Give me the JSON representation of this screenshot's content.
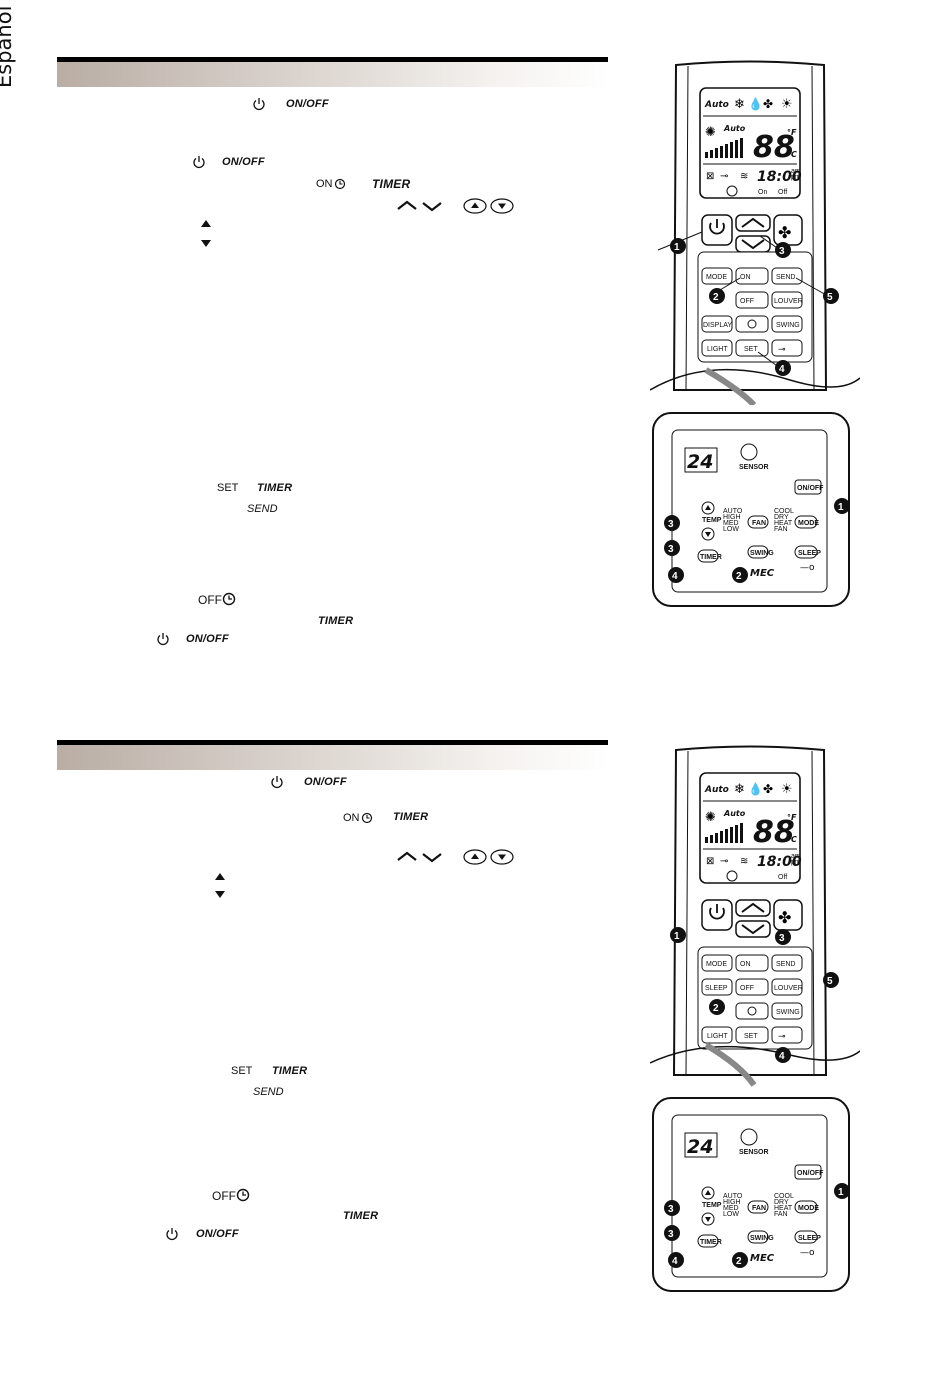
{
  "page": {
    "language_tab": "Español"
  },
  "section1": {
    "line1": {
      "power_icon": "power-icon",
      "label": "ON/OFF"
    },
    "line2": {
      "power_icon": "power-icon",
      "label": "ON/OFF"
    },
    "line3": {
      "on_label": "ON",
      "timer_label": "TIMER"
    },
    "line4": {
      "arrows": "︿ ﹀",
      "circle_arrows": "▲ ▼"
    },
    "line5": {
      "arrow": "▲"
    },
    "line6": {
      "arrow": "▼"
    },
    "line7": {
      "set_label": "SET",
      "timer_label": "TIMER"
    },
    "line8": {
      "send_label": "SEND"
    },
    "line9": {
      "off_label": "OFF"
    },
    "line10": {
      "timer_label": "TIMER"
    },
    "line11": {
      "power_icon": "power-icon",
      "label": "ON/OFF"
    }
  },
  "section2": {
    "line1": {
      "power_icon": "power-icon",
      "label": "ON/OFF"
    },
    "line2": {
      "on_label": "ON",
      "timer_label": "TIMER"
    },
    "line3": {
      "arrows": "︿ ﹀",
      "circle_arrows": "▲ ▼"
    },
    "line4": {
      "arrow": "▲"
    },
    "line5": {
      "arrow": "▼"
    },
    "line6": {
      "set_label": "SET",
      "timer_label": "TIMER"
    },
    "line7": {
      "send_label": "SEND"
    },
    "line8": {
      "off_label": "OFF"
    },
    "line9": {
      "timer_label": "TIMER"
    },
    "line10": {
      "power_icon": "power-icon",
      "label": "ON/OFF"
    }
  },
  "remote1": {
    "lcd": {
      "auto": "Auto",
      "fan_auto": "Auto",
      "temp": "88",
      "unit_f": "°F",
      "unit_c": "°C",
      "clock": "18:00",
      "am": "am",
      "pm": "pm",
      "on": "On",
      "off": "Off"
    },
    "buttons": {
      "mode": "MODE",
      "on": "ON",
      "send": "SEND",
      "off": "OFF",
      "louver": "LOUVER",
      "display": "DISPLAY",
      "swing": "SWING",
      "light": "LIGHT",
      "set": "SET"
    },
    "callouts": [
      "1",
      "2",
      "3",
      "4",
      "5"
    ]
  },
  "remote2": {
    "lcd": {
      "auto": "Auto",
      "fan_auto": "Auto",
      "temp": "88",
      "unit_f": "°F",
      "unit_c": "°C",
      "clock": "18:00",
      "am": "am",
      "pm": "pm",
      "off": "Off"
    },
    "buttons": {
      "mode": "MODE",
      "on": "ON",
      "send": "SEND",
      "sleep": "SLEEP",
      "off": "OFF",
      "louver": "LOUVER",
      "swing": "SWING",
      "light": "LIGHT",
      "set": "SET"
    },
    "callouts": [
      "1",
      "2",
      "3",
      "4",
      "5"
    ]
  },
  "panel1": {
    "display": "24",
    "sensor": "SENSOR",
    "on_off": "ON/OFF",
    "temp": "TEMP",
    "fan_modes": [
      "AUTO",
      "HIGH",
      "MED",
      "LOW"
    ],
    "fan": "FAN",
    "modes": [
      "COOL",
      "DRY",
      "HEAT",
      "FAN"
    ],
    "mode": "MODE",
    "timer": "TIMER",
    "swing": "SWING",
    "sleep": "SLEEP",
    "brand_fragment": "MEC",
    "callouts": [
      "1",
      "2",
      "3",
      "3",
      "4"
    ]
  },
  "panel2": {
    "display": "24",
    "sensor": "SENSOR",
    "on_off": "ON/OFF",
    "temp": "TEMP",
    "fan_modes": [
      "AUTO",
      "HIGH",
      "MED",
      "LOW"
    ],
    "fan": "FAN",
    "modes": [
      "COOL",
      "DRY",
      "HEAT",
      "FAN"
    ],
    "mode": "MODE",
    "timer": "TIMER",
    "swing": "SWING",
    "sleep": "SLEEP",
    "brand_fragment": "MEC",
    "callouts": [
      "1",
      "2",
      "3",
      "3",
      "4"
    ]
  }
}
